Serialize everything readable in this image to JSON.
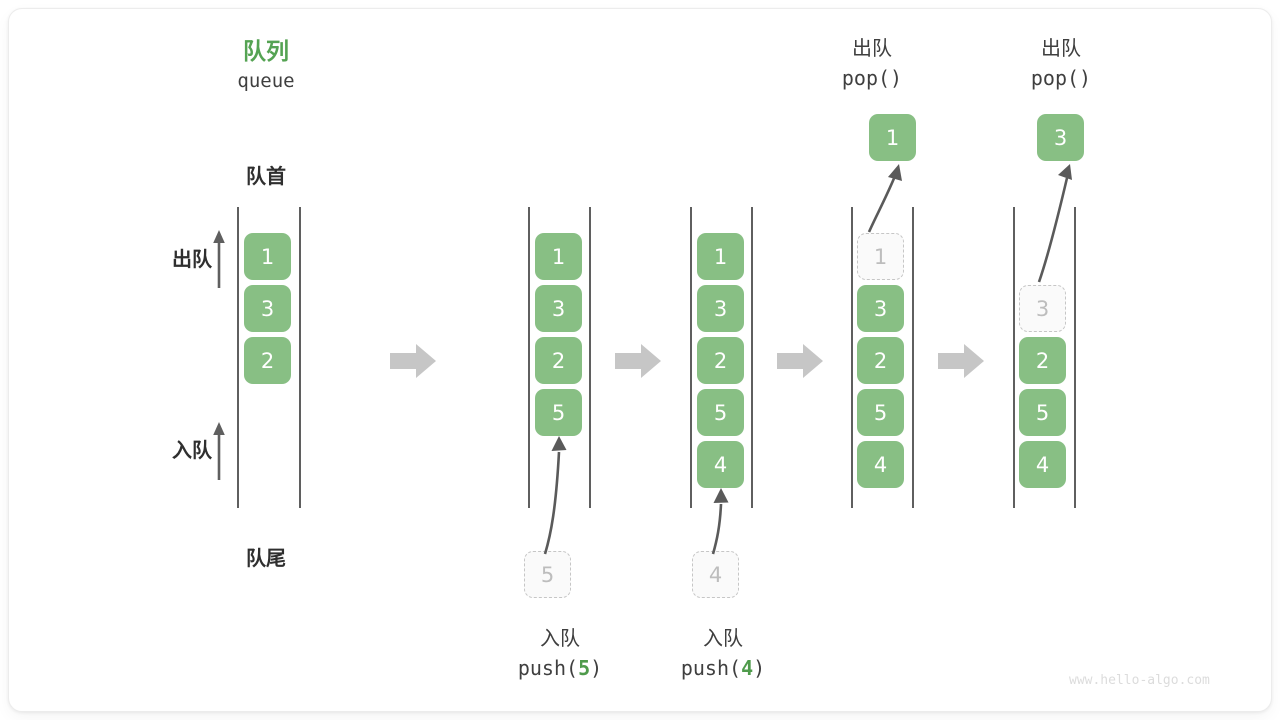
{
  "meta": {
    "watermark": "www.hello-algo.com",
    "accent_green": "#88bf84",
    "accent_green_text": "#55a353",
    "ghost_gray": "#bdbdbd",
    "rail_gray": "#5f5f5f",
    "arrow_gray": "#c2c2c2"
  },
  "header": {
    "title_cn": "队列",
    "title_en": "queue"
  },
  "labels": {
    "front": "队首",
    "rear": "队尾",
    "dequeue": "出队",
    "enqueue": "入队"
  },
  "operations": {
    "push5": {
      "cn": "入队",
      "code_prefix": "push(",
      "code_num": "5",
      "code_suffix": ")"
    },
    "push4": {
      "cn": "入队",
      "code_prefix": "push(",
      "code_num": "4",
      "code_suffix": ")"
    },
    "pop1": {
      "cn": "出队",
      "code": "pop()"
    },
    "pop2": {
      "cn": "出队",
      "code": "pop()"
    }
  },
  "stages": [
    {
      "name": "initial-queue",
      "cells": [
        {
          "value": "1",
          "state": "solid"
        },
        {
          "value": "3",
          "state": "solid"
        },
        {
          "value": "2",
          "state": "solid"
        }
      ]
    },
    {
      "name": "after-push-5",
      "cells": [
        {
          "value": "1",
          "state": "solid"
        },
        {
          "value": "3",
          "state": "solid"
        },
        {
          "value": "2",
          "state": "solid"
        },
        {
          "value": "5",
          "state": "solid"
        }
      ],
      "incoming": {
        "value": "5",
        "state": "ghost"
      }
    },
    {
      "name": "after-push-4",
      "cells": [
        {
          "value": "1",
          "state": "solid"
        },
        {
          "value": "3",
          "state": "solid"
        },
        {
          "value": "2",
          "state": "solid"
        },
        {
          "value": "5",
          "state": "solid"
        },
        {
          "value": "4",
          "state": "solid"
        }
      ],
      "incoming": {
        "value": "4",
        "state": "ghost"
      }
    },
    {
      "name": "after-pop-1",
      "cells": [
        {
          "value": "1",
          "state": "ghost"
        },
        {
          "value": "3",
          "state": "solid"
        },
        {
          "value": "2",
          "state": "solid"
        },
        {
          "value": "5",
          "state": "solid"
        },
        {
          "value": "4",
          "state": "solid"
        }
      ],
      "popped": {
        "value": "1",
        "state": "solid"
      }
    },
    {
      "name": "after-pop-3",
      "cells": [
        {
          "value": "",
          "state": "empty"
        },
        {
          "value": "3",
          "state": "ghost"
        },
        {
          "value": "2",
          "state": "solid"
        },
        {
          "value": "5",
          "state": "solid"
        },
        {
          "value": "4",
          "state": "solid"
        }
      ],
      "popped": {
        "value": "3",
        "state": "solid"
      }
    }
  ]
}
